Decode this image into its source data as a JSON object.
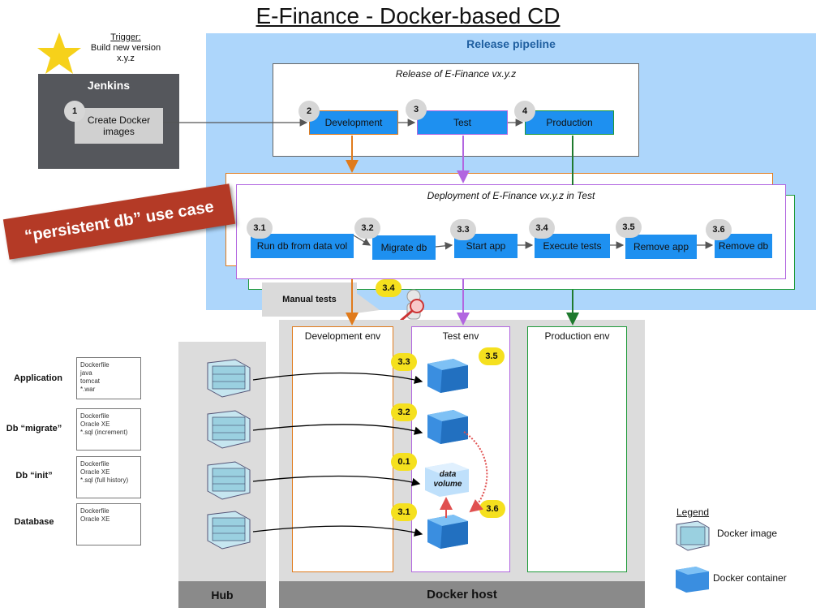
{
  "title": "E-Finance - Docker-based CD",
  "trigger": {
    "line1": "Trigger:",
    "line2": "Build new version",
    "line3": "x.y.z"
  },
  "jenkins": {
    "title": "Jenkins",
    "step_num": "1",
    "step_label": "Create Docker images"
  },
  "release": {
    "title": "Release pipeline",
    "box_label": "Release of E-Finance vx.y.z",
    "stages": [
      {
        "num": "2",
        "label": "Development"
      },
      {
        "num": "3",
        "label": "Test"
      },
      {
        "num": "4",
        "label": "Production"
      }
    ]
  },
  "deployment": {
    "label": "Deployment of E-Finance vx.y.z in Test",
    "steps": [
      {
        "num": "3.1",
        "label": "Run db from data vol"
      },
      {
        "num": "3.2",
        "label": "Migrate db"
      },
      {
        "num": "3.3",
        "label": "Start app"
      },
      {
        "num": "3.4",
        "label": "Execute tests"
      },
      {
        "num": "3.5",
        "label": "Remove app"
      },
      {
        "num": "3.6",
        "label": "Remove db"
      }
    ]
  },
  "banner": "“persistent db” use case",
  "manual": {
    "label": "Manual tests",
    "num": "3.4"
  },
  "envs": {
    "dev": "Development env",
    "test": "Test env",
    "prod": "Production env"
  },
  "images": [
    {
      "label": "Application",
      "lines": [
        "Dockerfile",
        "java",
        "tomcat",
        "*.war"
      ]
    },
    {
      "label": "Db “migrate”",
      "lines": [
        "Dockerfile",
        "Oracle XE",
        "*.sql (increment)"
      ]
    },
    {
      "label": "Db “init”",
      "lines": [
        "Dockerfile",
        "Oracle XE",
        "*.sql (full history)"
      ]
    },
    {
      "label": "Database",
      "lines": [
        "Dockerfile",
        "Oracle XE"
      ]
    }
  ],
  "test_badges": {
    "b33": "3.3",
    "b35": "3.5",
    "b32": "3.2",
    "b01": "0.1",
    "b31": "3.1",
    "b36": "3.6"
  },
  "data_volume": {
    "line1": "data",
    "line2": "volume"
  },
  "footers": {
    "hub": "Hub",
    "host": "Docker host"
  },
  "legend": {
    "title": "Legend",
    "image": "Docker image",
    "container": "Docker container"
  },
  "colors": {
    "dev": "#e07b1c",
    "test": "#b266e0",
    "prod": "#1f9a3a",
    "stage_blue": "#1e90f0",
    "release_bg": "#add6fb",
    "badge_yellow": "#f5e01e"
  }
}
